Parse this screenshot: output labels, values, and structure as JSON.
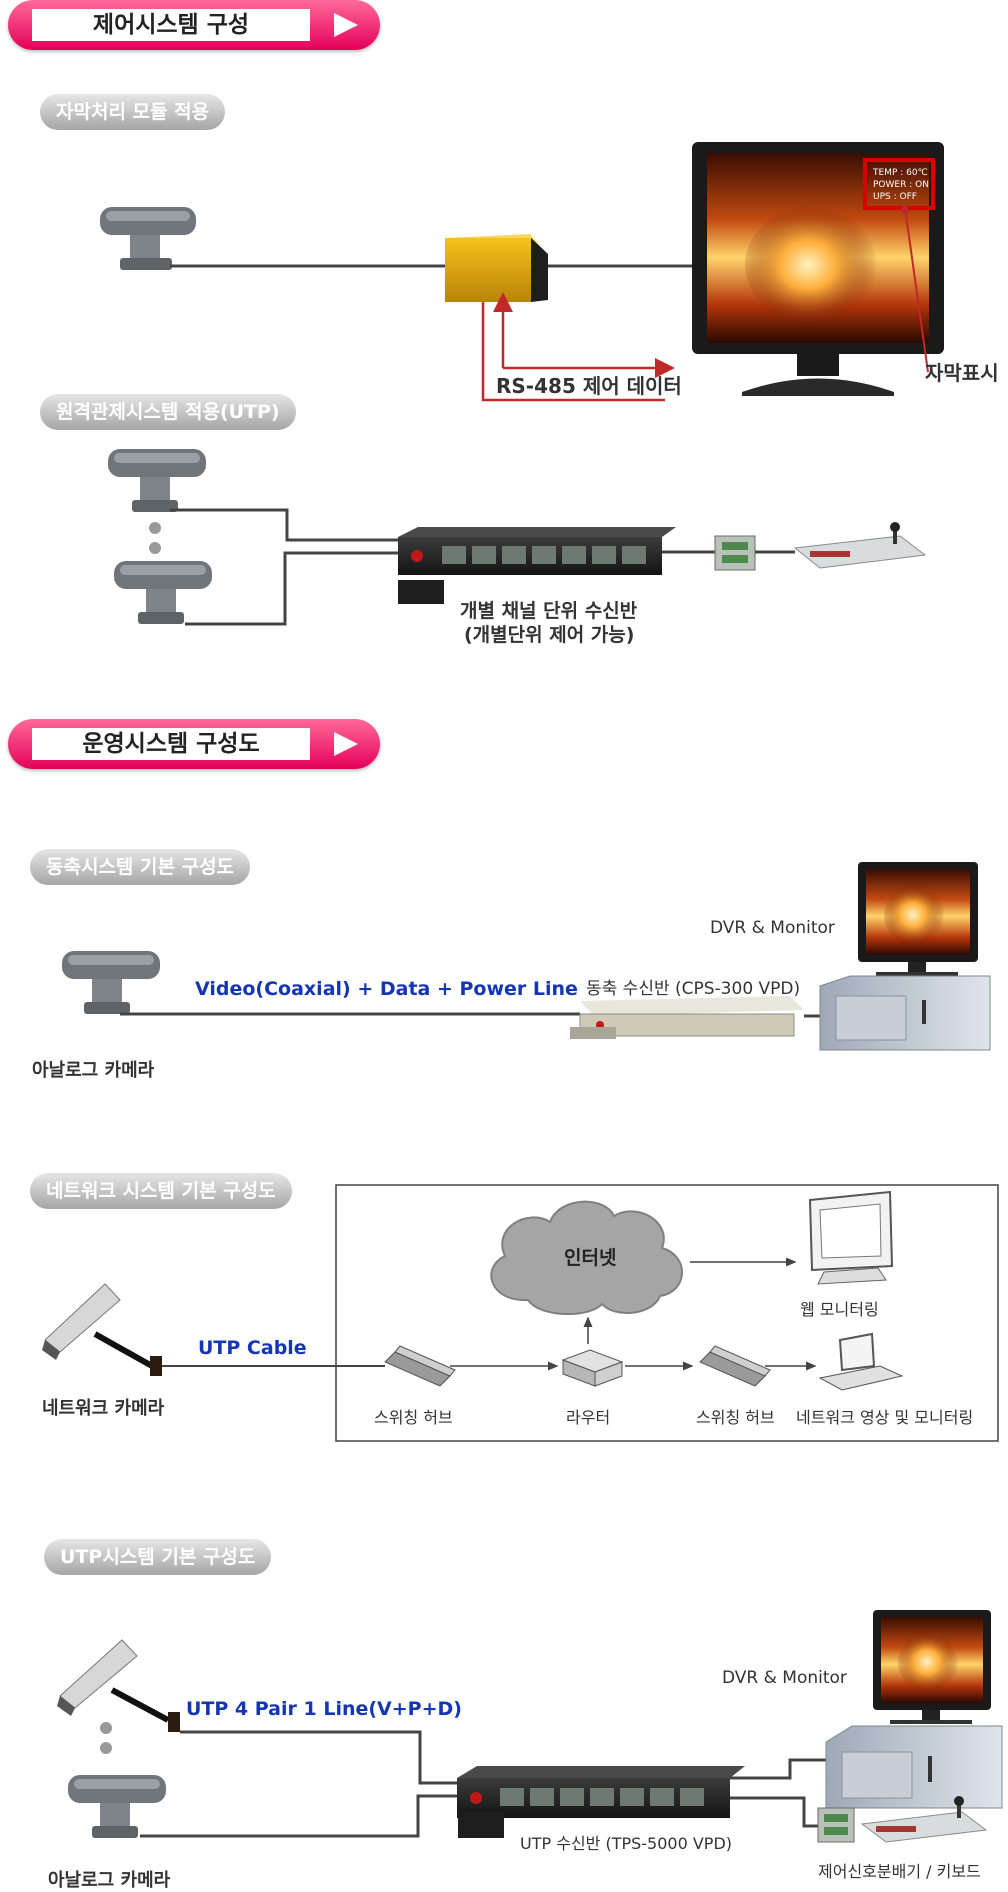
{
  "sections": {
    "control": {
      "title": "제어시스템 구성"
    },
    "operation": {
      "title": "운영시스템 구성도"
    }
  },
  "subtitle": {
    "caption": "자막처리 모듈 적용",
    "remote": "원격관제시스템 적용(UTP)",
    "coax": "동축시스템 기본 구성도",
    "network": "네트워크 시스템 기본 구성도",
    "utp": "UTP시스템 기본 구성도"
  },
  "caption_diagram": {
    "rs485": "RS-485 제어 데이터",
    "caption_display": "자막표시",
    "overlay": [
      "TEMP : 60℃",
      "POWER : ON",
      "UPS : OFF"
    ]
  },
  "remote_diagram": {
    "receiver_line1": "개별 채널 단위 수신반",
    "receiver_line2": "(개별단위 제어 가능)"
  },
  "coax_diagram": {
    "cable": "Video(Coaxial) + Data + Power Line",
    "receiver": "동축 수신반 (CPS-300 VPD)",
    "dvr": "DVR & Monitor",
    "camera": "아날로그 카메라"
  },
  "network_diagram": {
    "internet": "인터넷",
    "web_monitoring": "웹 모니터링",
    "cable": "UTP Cable",
    "camera": "네트워크 카메라",
    "hub1": "스위칭 허브",
    "router": "라우터",
    "hub2": "스위칭 허브",
    "net_monitoring": "네트워크 영상 및 모니터링"
  },
  "utp_diagram": {
    "cable": "UTP 4 Pair 1 Line(V+P+D)",
    "dvr": "DVR & Monitor",
    "receiver": "UTP 수신반 (TPS-5000 VPD)",
    "splitter": "제어신호분배기 / 키보드",
    "camera": "아날로그 카메라"
  },
  "colors": {
    "pink": "#e4005a",
    "red": "#c0282a",
    "blue": "#1536b4",
    "pill": "#b0b0b0"
  }
}
